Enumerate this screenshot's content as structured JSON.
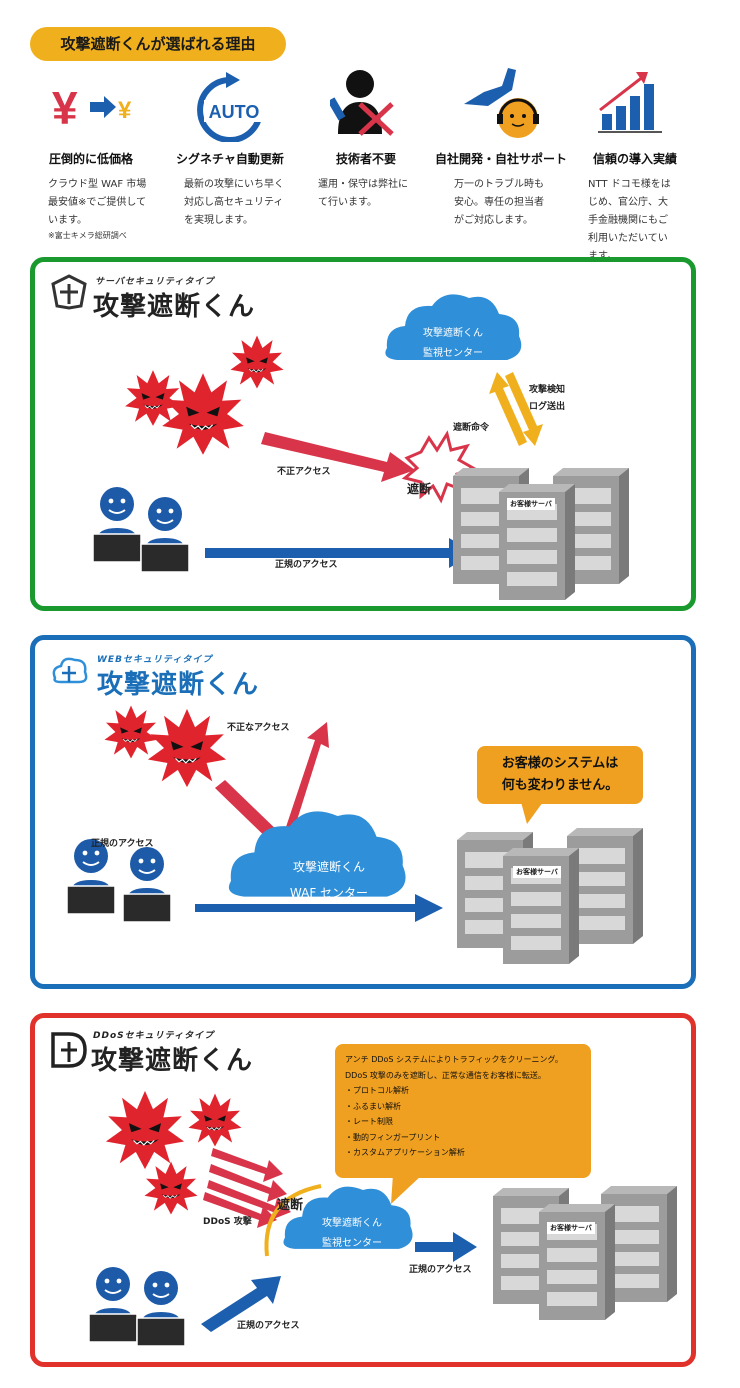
{
  "header": {
    "title": "攻撃遮断くんが選ばれる理由"
  },
  "features": [
    {
      "icon": "yen-arrow-icon",
      "title": "圧倒的に低価格",
      "desc": "クラウド型 WAF 市場最安値※でご提供しています。",
      "note": "※富士キメラ総研調べ"
    },
    {
      "icon": "auto-update-icon",
      "icon_text": "AUTO",
      "title": "シグネチャ自動更新",
      "desc": "最新の攻撃にいち早く対応し高セキュリティを実現します。"
    },
    {
      "icon": "no-engineer-icon",
      "title": "技術者不要",
      "desc": "運用・保守は弊社にて行います。"
    },
    {
      "icon": "support-icon",
      "title": "自社開発・自社サポート",
      "desc": "万一のトラブル時も安心。専任の担当者がご対応します。"
    },
    {
      "icon": "growth-chart-icon",
      "title": "信頼の導入実績",
      "desc": "NTT ドコモ様をはじめ、官公庁、大手金融機関にもご利用いただいています。"
    }
  ],
  "server_panel": {
    "logo_sub": "サーバセキュリティタイプ",
    "logo_main": "攻撃遮断くん",
    "cloud_text": [
      "攻撃遮断くん",
      "監視センター"
    ],
    "block_label": "遮断",
    "illegal_access": "不正アクセス",
    "legit_access": "正規のアクセス",
    "detect_log": [
      "攻撃検知",
      "ログ送出"
    ],
    "block_command": "遮断命令",
    "server_label": "お客様サーバ",
    "color": "#1a9a2e"
  },
  "web_panel": {
    "logo_sub": "WEBセキュリティタイプ",
    "logo_main": "攻撃遮断くん",
    "illegal_access": "不正なアクセス",
    "legit_access": "正規のアクセス",
    "cloud_text": [
      "攻撃遮断くん",
      "WAF センター"
    ],
    "bubble": [
      "お客様のシステムは",
      "何も変わりません。"
    ],
    "server_label": "お客様サーバ",
    "color": "#1a6fb8"
  },
  "ddos_panel": {
    "logo_sub": "DDoSセキュリティタイプ",
    "logo_main": "攻撃遮断くん",
    "bubble_lines": [
      "アンチ DDoS システムによりトラフィックをクリーニング。",
      "DDoS 攻撃のみを遮断し、正常な通信をお客様に転送。",
      "・プロトコル解析",
      "・ふるまい解析",
      "・レート制限",
      "・動的フィンガープリント",
      "・カスタムアプリケーション解析"
    ],
    "block_label": "遮断",
    "ddos_attack": "DDoS 攻撃",
    "cloud_text": [
      "攻撃遮断くん",
      "監視センター"
    ],
    "legit_access_right": "正規のアクセス",
    "legit_access_bottom": "正規のアクセス",
    "server_label": "お客様サーバ",
    "color": "#e0312a"
  },
  "colors": {
    "accent": "#f0b01e",
    "cloud": "#2f8fd8",
    "attack_red": "#e0242e",
    "arrow_red": "#d8344a",
    "arrow_blue": "#1b5fae",
    "orange": "#f0a020"
  }
}
